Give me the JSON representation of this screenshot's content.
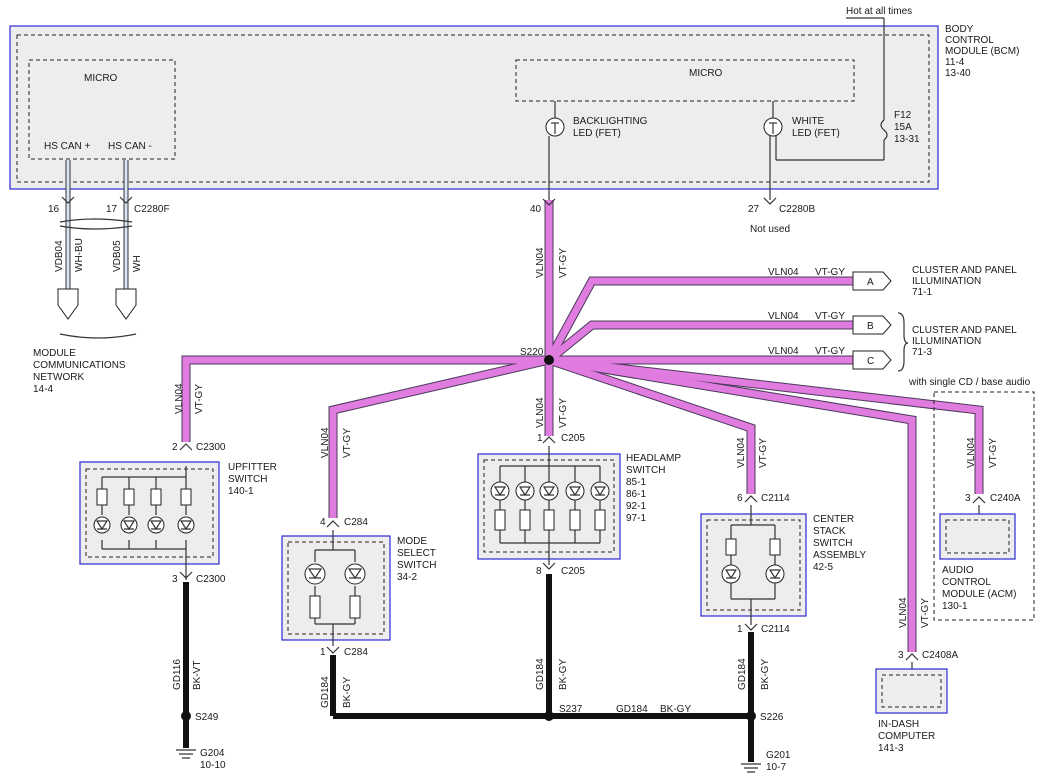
{
  "bcm": {
    "hot_label": "Hot at all times",
    "name": [
      "BODY",
      "CONTROL",
      "MODULE (BCM)",
      "11-4",
      "13-40"
    ],
    "micro_left": "MICRO",
    "micro_right": "MICRO",
    "hs_can_plus": "HS CAN +",
    "hs_can_minus": "HS CAN -",
    "backlighting": [
      "BACKLIGHTING",
      "LED (FET)"
    ],
    "white_led": [
      "WHITE",
      "LED (FET)"
    ],
    "fuse": [
      "F12",
      "15A",
      "13-31"
    ]
  },
  "pins": {
    "p16": "16",
    "p17": "17",
    "c2280f": "C2280F",
    "p40": "40",
    "p27": "27",
    "c2280b": "C2280B",
    "not_used": "Not used"
  },
  "can_wires": {
    "vdb04": "VDB04",
    "wh_bu": "WH-BU",
    "vdb05": "VDB05",
    "wh": "WH"
  },
  "network": [
    "MODULE",
    "COMMUNICATIONS",
    "NETWORK",
    "14-4"
  ],
  "main_wire": {
    "vln04": "VLN04",
    "vt_gy": "VT-GY",
    "splice": "S220"
  },
  "outputs": [
    {
      "letter": "A",
      "circuit": "VLN04",
      "color": "VT-GY"
    },
    {
      "letter": "B",
      "circuit": "VLN04",
      "color": "VT-GY"
    },
    {
      "letter": "C",
      "circuit": "VLN04",
      "color": "VT-GY"
    }
  ],
  "cluster1": [
    "CLUSTER AND PANEL",
    "ILLUMINATION",
    "71-1"
  ],
  "cluster2": [
    "CLUSTER AND PANEL",
    "ILLUMINATION",
    "71-3"
  ],
  "audio_note": "with single CD / base audio",
  "upfitter": {
    "pin_top": "2",
    "conn_top": "C2300",
    "pin_bot": "3",
    "conn_bot": "C2300",
    "name": [
      "UPFITTER",
      "SWITCH",
      "140-1"
    ],
    "gnd_wire": "GD116",
    "gnd_color": "BK-VT",
    "splice": "S249",
    "ground": [
      "G204",
      "10-10"
    ]
  },
  "mode": {
    "pin_top": "4",
    "conn_top": "C284",
    "pin_bot": "1",
    "conn_bot": "C284",
    "name": [
      "MODE",
      "SELECT",
      "SWITCH",
      "34-2"
    ],
    "gnd_wire": "GD184",
    "gnd_color": "BK-GY"
  },
  "headlamp": {
    "pin_top": "1",
    "conn_top": "C205",
    "pin_bot": "8",
    "conn_bot": "C205",
    "name": [
      "HEADLAMP",
      "SWITCH",
      "85-1",
      "86-1",
      "92-1",
      "97-1"
    ],
    "gnd_wire": "GD184",
    "gnd_color": "BK-GY",
    "splice": "S237"
  },
  "center_stack": {
    "pin_top": "6",
    "conn_top": "C2114",
    "pin_bot": "1",
    "conn_bot": "C2114",
    "name": [
      "CENTER",
      "STACK",
      "SWITCH",
      "ASSEMBLY",
      "42-5"
    ],
    "gnd_wire": "GD184",
    "gnd_color": "BK-GY",
    "splice": "S226",
    "ground": [
      "G201",
      "10-7"
    ]
  },
  "ground_bus": {
    "wire": "GD184",
    "color": "BK-GY"
  },
  "acm": {
    "pin": "3",
    "conn": "C240A",
    "name": [
      "AUDIO",
      "CONTROL",
      "MODULE (ACM)",
      "130-1"
    ]
  },
  "indash": {
    "pin": "3",
    "conn": "C2408A",
    "name": [
      "IN-DASH",
      "COMPUTER",
      "141-3"
    ]
  }
}
